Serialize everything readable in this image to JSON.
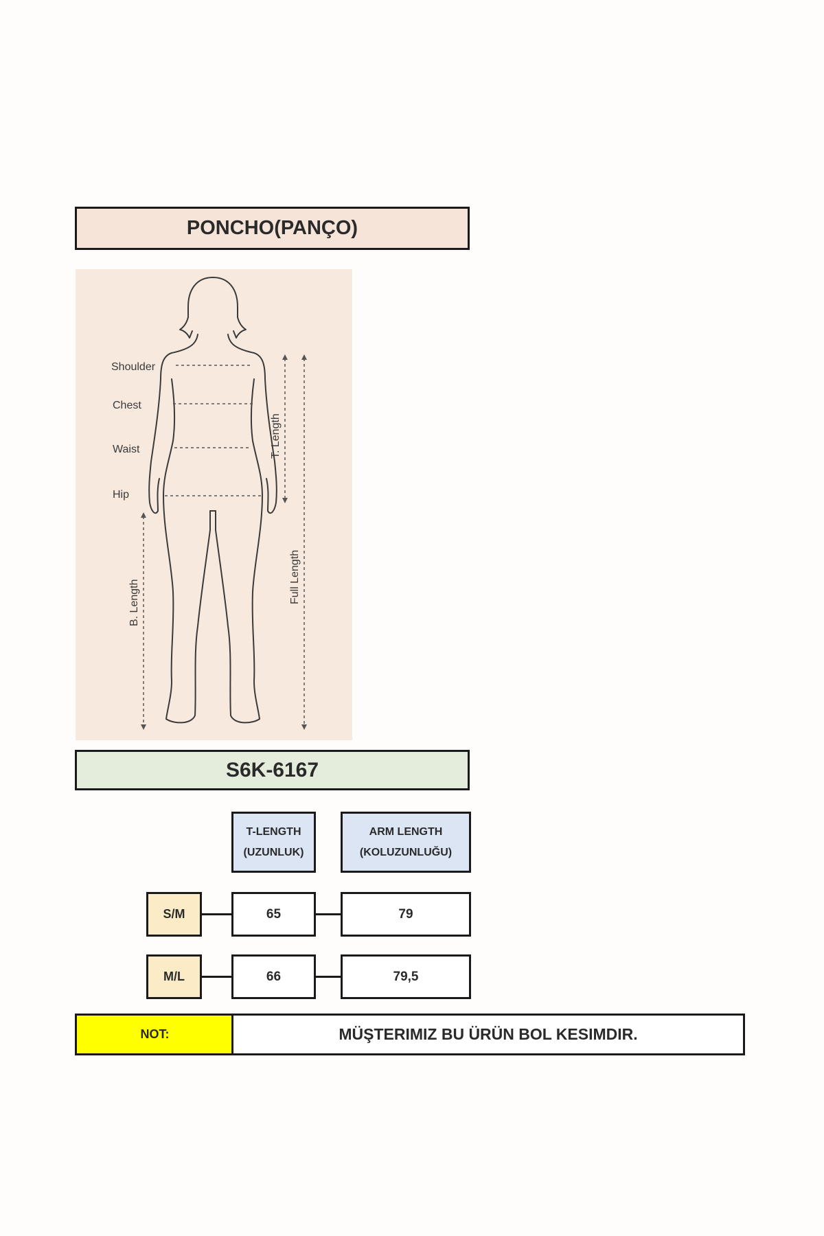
{
  "title": "PONCHO(PANÇO)",
  "figure": {
    "labels": {
      "shoulder": "Shoulder",
      "chest": "Chest",
      "waist": "Waist",
      "hip": "Hip",
      "t_length": "T. Length",
      "b_length": "B. Length",
      "full_length": "Full Length"
    }
  },
  "product_code": "S6K-6167",
  "table": {
    "columns": [
      {
        "line1": "T-LENGTH",
        "line2": "(UZUNLUK)"
      },
      {
        "line1": "ARM LENGTH",
        "line2": "(KOLUZUNLUĞU)"
      }
    ],
    "rows": [
      {
        "size": "S/M",
        "t_length": "65",
        "arm_length": "79"
      },
      {
        "size": "M/L",
        "t_length": "66",
        "arm_length": "79,5"
      }
    ]
  },
  "note": {
    "label": "NOT:",
    "text": "MÜŞTERIMIZ BU ÜRÜN BOL KESIMDIR."
  },
  "colors": {
    "title_bg": "#f6e4d8",
    "code_bg": "#e4eddb",
    "header_bg": "#dbe5f4",
    "size_bg": "#fbecc7",
    "note_bg": "#ffff00",
    "figure_bg": "#f8e9de"
  }
}
